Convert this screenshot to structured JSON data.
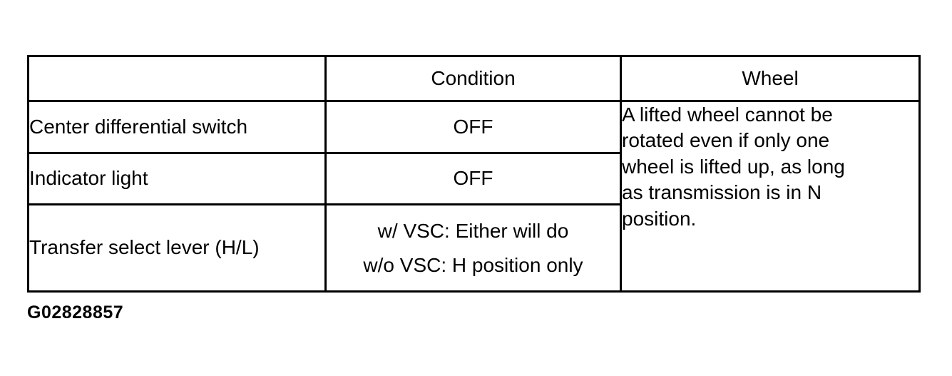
{
  "figure_id": "G02828857",
  "table": {
    "headers": [
      "",
      "Condition",
      "Wheel"
    ],
    "rows": [
      {
        "label": "Center differential switch",
        "condition": "OFF"
      },
      {
        "label": "Indicator light",
        "condition": "OFF"
      },
      {
        "label": "Transfer select lever (H/L)",
        "condition_lines": [
          "w/ VSC: Either will do",
          "w/o VSC: H position only"
        ]
      }
    ],
    "wheel_note_lines": [
      "A lifted wheel cannot be",
      "rotated even if only one",
      "wheel is lifted up, as long",
      "as transmission is in N",
      "position."
    ]
  }
}
